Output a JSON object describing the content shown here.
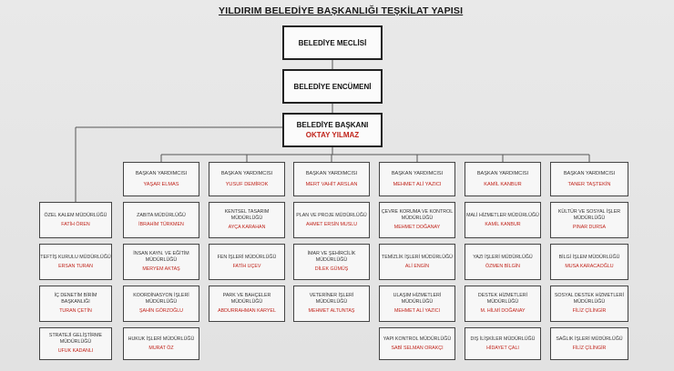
{
  "title": "YILDIRIM BELEDİYE BAŞKANLIĞI TEŞKİLAT YAPISI",
  "top": {
    "meclis": "BELEDİYE MECLİSİ",
    "encumen": "BELEDİYE ENCÜMENİ",
    "baskan_title": "BELEDİYE BAŞKANI",
    "baskan_name": "OKTAY YILMAZ"
  },
  "left_column": [
    {
      "title": "ÖZEL KALEM MÜDÜRLÜĞÜ",
      "name": "FATİH ÖREN"
    },
    {
      "title": "TEFTİŞ KURULU MÜDÜRLÜĞÜ",
      "name": "ERSAN TURAN"
    },
    {
      "title": "İÇ DENETİM BİRİM BAŞKANLIĞI",
      "name": "TURAN ÇETİN"
    },
    {
      "title": "STRATEJİ GELİŞTİRME MÜDÜRLÜĞÜ",
      "name": "UFUK KADANLI"
    }
  ],
  "vice_columns": [
    {
      "vice": {
        "title": "BAŞKAN YARDIMCISI",
        "name": "YAŞAR ELMAS"
      },
      "units": [
        {
          "title": "ZABITA MÜDÜRLÜĞÜ",
          "name": "İBRAHİM TÜRKMEN"
        },
        {
          "title": "İNSAN KAYN. VE EĞİTİM MÜDÜRLÜĞÜ",
          "name": "MERYEM AKTAŞ"
        },
        {
          "title": "KOORDİNASYON İŞLERİ MÜDÜRLÜĞÜ",
          "name": "ŞAHİN GÖRZOĞLU"
        },
        {
          "title": "HUKUK İŞLERİ MÜDÜRLÜĞÜ",
          "name": "MURAT ÖZ"
        }
      ]
    },
    {
      "vice": {
        "title": "BAŞKAN YARDIMCISI",
        "name": "YUSUF DEMİROK"
      },
      "units": [
        {
          "title": "KENTSEL TASARIM MÜDÜRLÜĞÜ",
          "name": "AYÇA KARAHAN"
        },
        {
          "title": "FEN İŞLERİ MÜDÜRLÜĞÜ",
          "name": "FATİH UÇEV"
        },
        {
          "title": "PARK VE BAHÇELER MÜDÜRLÜĞÜ",
          "name": "ABDURRAHMAN KARYEL"
        }
      ]
    },
    {
      "vice": {
        "title": "BAŞKAN YARDIMCISI",
        "name": "MERT VAHİT ARSLAN"
      },
      "units": [
        {
          "title": "PLAN VE PROJE MÜDÜRLÜĞÜ",
          "name": "AHMET ERSİN MUSLU"
        },
        {
          "title": "İMAR VE ŞEHİRCİLİK MÜDÜRLÜĞÜ",
          "name": "DİLEK GÜMÜŞ"
        },
        {
          "title": "VETERİNER İŞLERİ MÜDÜRLÜĞÜ",
          "name": "MEHMET ALTUNTAŞ"
        }
      ]
    },
    {
      "vice": {
        "title": "BAŞKAN YARDIMCISI",
        "name": "MEHMET ALİ YAZICI"
      },
      "units": [
        {
          "title": "ÇEVRE KORUMA VE KONTROL MÜDÜRLÜĞÜ",
          "name": "MEHMET DOĞANAY"
        },
        {
          "title": "TEMİZLİK İŞLERİ MÜDÜRLÜĞÜ",
          "name": "ALİ ENGİN"
        },
        {
          "title": "ULAŞIM HİZMETLERİ MÜDÜRLÜĞÜ",
          "name": "MEHMET ALİ YAZICI"
        },
        {
          "title": "YAPI KONTROL MÜDÜRLÜĞÜ",
          "name": "SABİ SELMAN ORAKÇI"
        }
      ]
    },
    {
      "vice": {
        "title": "BAŞKAN YARDIMCISI",
        "name": "KAMİL KANBUR"
      },
      "units": [
        {
          "title": "MALİ HİZMETLER MÜDÜRLÜĞÜ",
          "name": "KAMİL KANBUR"
        },
        {
          "title": "YAZI İŞLERİ MÜDÜRLÜĞÜ",
          "name": "ÖZMEN BİLGİN"
        },
        {
          "title": "DESTEK HİZMETLERİ MÜDÜRLÜĞÜ",
          "name": "M. HİLMİ DOĞANAY"
        },
        {
          "title": "DIŞ İLİŞKİLER MÜDÜRLÜĞÜ",
          "name": "HİDAYET ÇALI"
        }
      ]
    },
    {
      "vice": {
        "title": "BAŞKAN YARDIMCISI",
        "name": "TANER TAŞTEKİN"
      },
      "units": [
        {
          "title": "KÜLTÜR VE SOSYAL İŞLER MÜDÜRLÜĞÜ",
          "name": "PINAR DURSA"
        },
        {
          "title": "BİLGİ İŞLEM MÜDÜRLÜĞÜ",
          "name": "MUSA KARACAOĞLU"
        },
        {
          "title": "SOSYAL DESTEK HİZMETLERİ MÜDÜRLÜĞÜ",
          "name": "FİLİZ ÇİLİNGİR"
        },
        {
          "title": "SAĞLIK İŞLERİ MÜDÜRLÜĞÜ",
          "name": "FİLİZ ÇİLİNGİR"
        }
      ]
    }
  ],
  "colors": {
    "name_red": "#c0231a",
    "border": "#444444",
    "box_bg": "#f7f7f7"
  }
}
